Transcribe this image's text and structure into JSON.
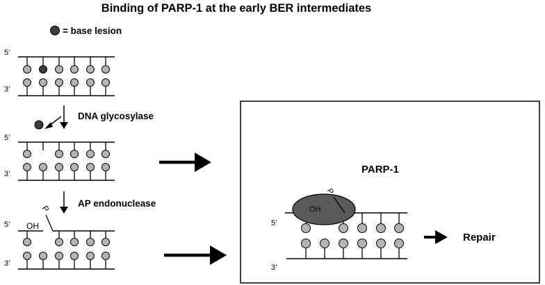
{
  "title": "Binding of PARP-1 at the early BER intermediates",
  "legend": {
    "text": "= base lesion"
  },
  "panels": {
    "intact": {
      "five_prime": "5’",
      "three_prime": "3’"
    },
    "glycosylase": {
      "enzyme_label": "DNA glycosylase",
      "five_prime": "5’",
      "three_prime": "3’"
    },
    "ap_endonuclease": {
      "enzyme_label": "AP endonuclease",
      "five_prime": "5’",
      "three_prime": "3’",
      "oh_label": "OH",
      "p_label": "P"
    }
  },
  "box": {
    "protein_label": "PARP-1",
    "oh_label": "OH",
    "p_label": "P",
    "five_prime": "5’",
    "three_prime": "3’",
    "outcome": "Repair"
  },
  "colors": {
    "base": "#b4b4b4",
    "lesion": "#3c3c3c",
    "enzyme": "#5a5a5a"
  }
}
